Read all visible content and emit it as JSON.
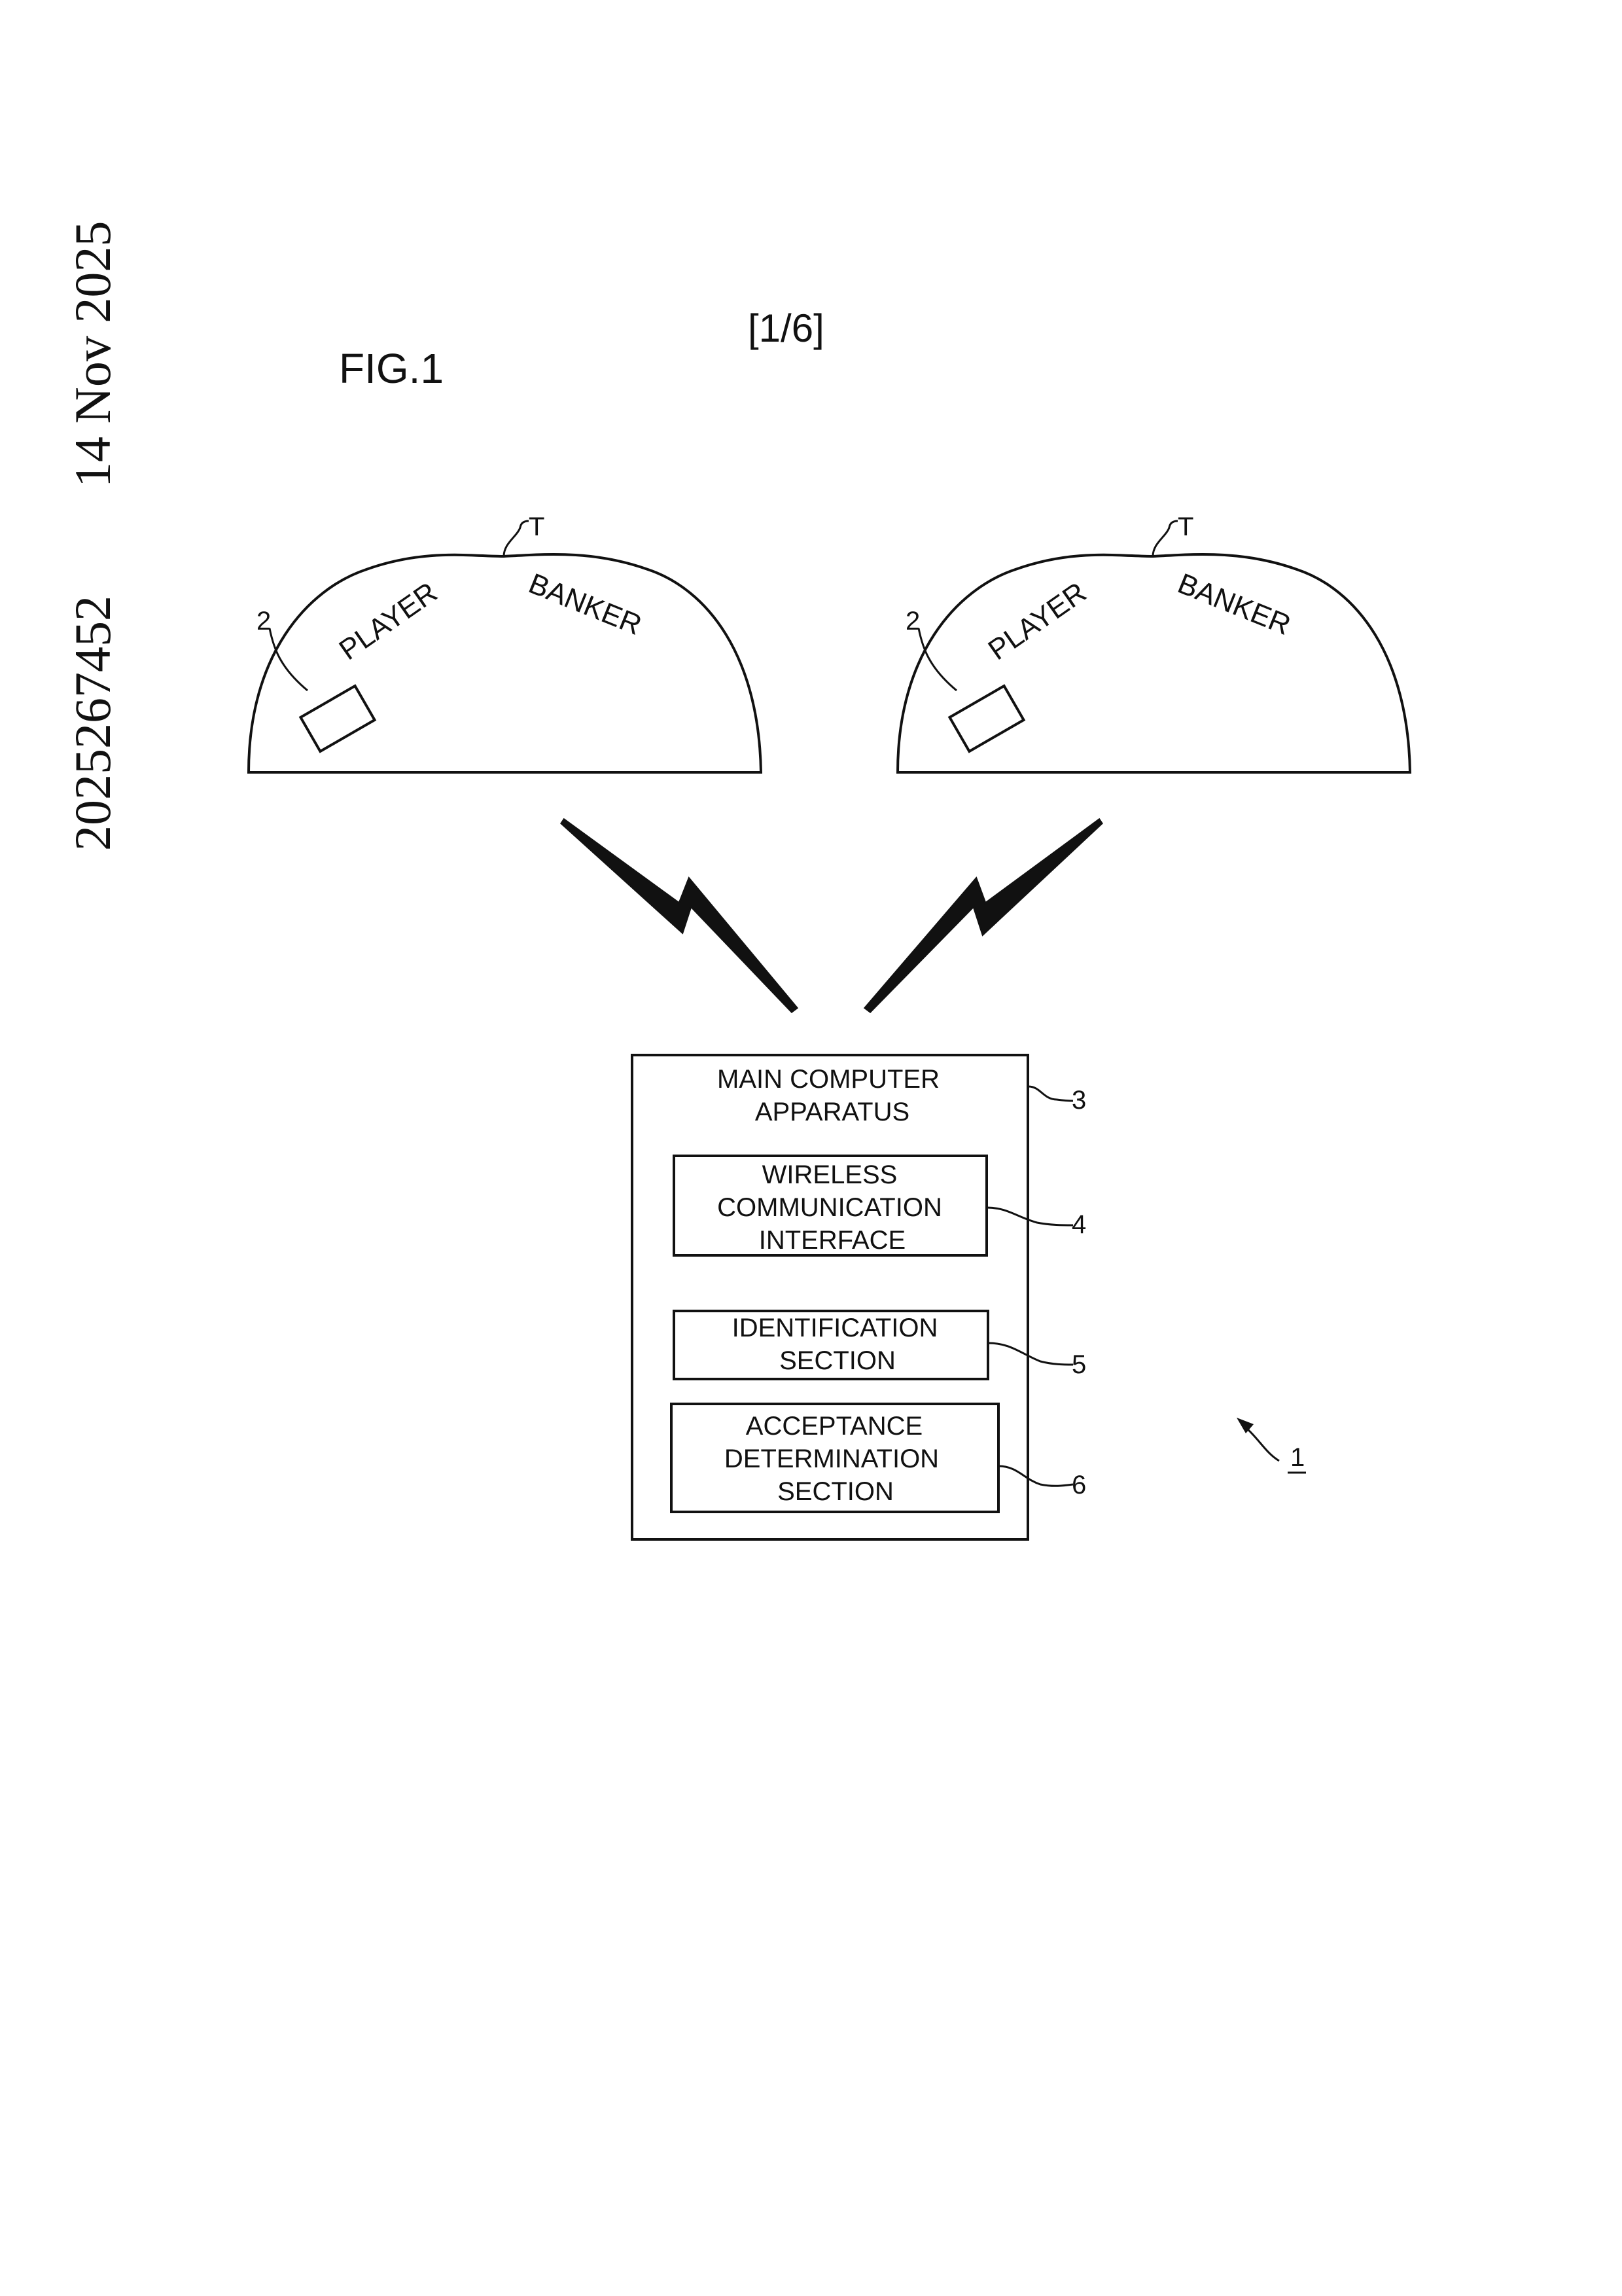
{
  "margin": {
    "application_number": "2025267452",
    "date": "14 Nov 2025"
  },
  "page_counter": "[1/6]",
  "figure_label": "FIG.1",
  "tables": [
    {
      "ref": "T",
      "left_label": "PLAYER",
      "right_label": "BANKER",
      "device_ref": "2"
    },
    {
      "ref": "T",
      "left_label": "PLAYER",
      "right_label": "BANKER",
      "device_ref": "2"
    }
  ],
  "main_apparatus": {
    "title_line1": "MAIN COMPUTER",
    "title_line2": "APPARATUS",
    "ref": "3"
  },
  "wireless_interface": {
    "line1": "WIRELESS",
    "line2": "COMMUNICATION",
    "line3": "INTERFACE",
    "ref": "4"
  },
  "identification_section": {
    "line1": "IDENTIFICATION",
    "line2": "SECTION",
    "ref": "5"
  },
  "acceptance_section": {
    "line1": "ACCEPTANCE",
    "line2": "DETERMINATION",
    "line3": "SECTION",
    "ref": "6"
  },
  "system_ref": "1"
}
